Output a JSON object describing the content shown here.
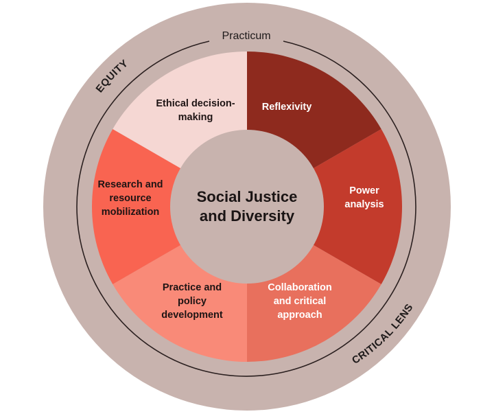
{
  "diagram": {
    "center": {
      "line1": "Social Justice",
      "line2": "and Diversity"
    },
    "outer_ring": {
      "top_label": "Practicum",
      "left_label": "EQUITY",
      "right_label": "CRITICAL LENS"
    },
    "segments": [
      {
        "name": "reflexivity",
        "lines": [
          "Reflexivity"
        ],
        "color": "#8e2a1e",
        "text_color": "#ffffff"
      },
      {
        "name": "power-analysis",
        "lines": [
          "Power",
          "analysis"
        ],
        "color": "#c33b2c",
        "text_color": "#ffffff"
      },
      {
        "name": "collaboration",
        "lines": [
          "Collaboration",
          "and critical",
          "approach"
        ],
        "color": "#e8705d",
        "text_color": "#ffffff"
      },
      {
        "name": "practice-policy",
        "lines": [
          "Practice and",
          "policy",
          "development"
        ],
        "color": "#f98a78",
        "text_color": "#1e1414"
      },
      {
        "name": "research",
        "lines": [
          "Research and",
          "resource",
          "mobilization"
        ],
        "color": "#f96451",
        "text_color": "#1e1414"
      },
      {
        "name": "ethical",
        "lines": [
          "Ethical decision-",
          "making"
        ],
        "color": "#f5d7d3",
        "text_color": "#1e1414"
      }
    ],
    "colors": {
      "ring": "#c8b3ae",
      "center": "#c8b3ae",
      "line": "#2a1f1f"
    }
  }
}
